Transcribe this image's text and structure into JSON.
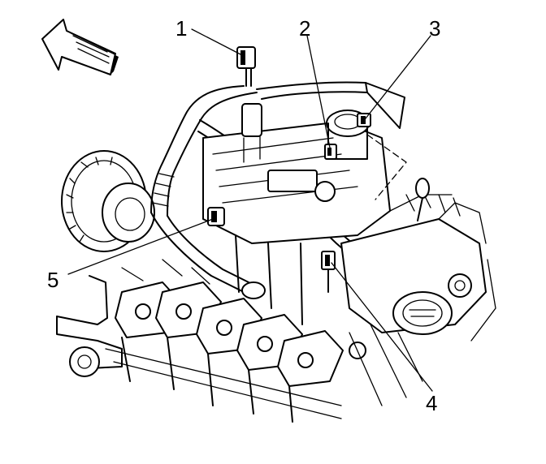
{
  "callouts": {
    "c1": "1",
    "c2": "2",
    "c3": "3",
    "c4": "4",
    "c5": "5"
  },
  "colors": {
    "line": "#000000",
    "background": "#ffffff"
  },
  "icons": {
    "direction_arrow": "front-direction-arrow-icon"
  }
}
